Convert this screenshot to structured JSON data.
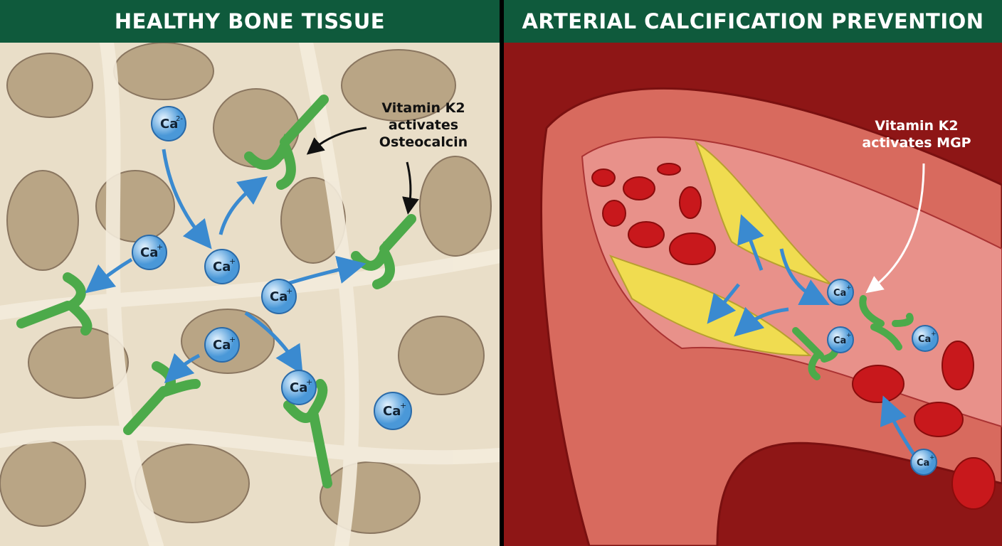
{
  "left_panel": {
    "title": "HEALTHY BONE TISSUE",
    "annotation": [
      "Vitamin K2",
      "activates",
      "Osteocalcin"
    ],
    "ion_symbol": "Ca",
    "ion_charges": [
      "2-",
      "+",
      "+",
      "+",
      "+",
      "+",
      "+"
    ],
    "colors": {
      "bone": "#e8dcc4",
      "pore": "#b9a585",
      "protein": "#4caa4a",
      "ion": "#5aa8e0",
      "header": "#0f5a3c"
    }
  },
  "right_panel": {
    "title": "ARTERIAL CALCIFICATION PREVENTION",
    "annotation": [
      "Vitamin K2",
      "activates MGP"
    ],
    "ion_symbol": "Ca",
    "ion_charges": [
      "+",
      "+",
      "+",
      "+"
    ],
    "colors": {
      "vessel": "#e07a6e",
      "blood": "#b01a1a",
      "plaque": "#f0dc50",
      "protein": "#4caa4a"
    }
  }
}
